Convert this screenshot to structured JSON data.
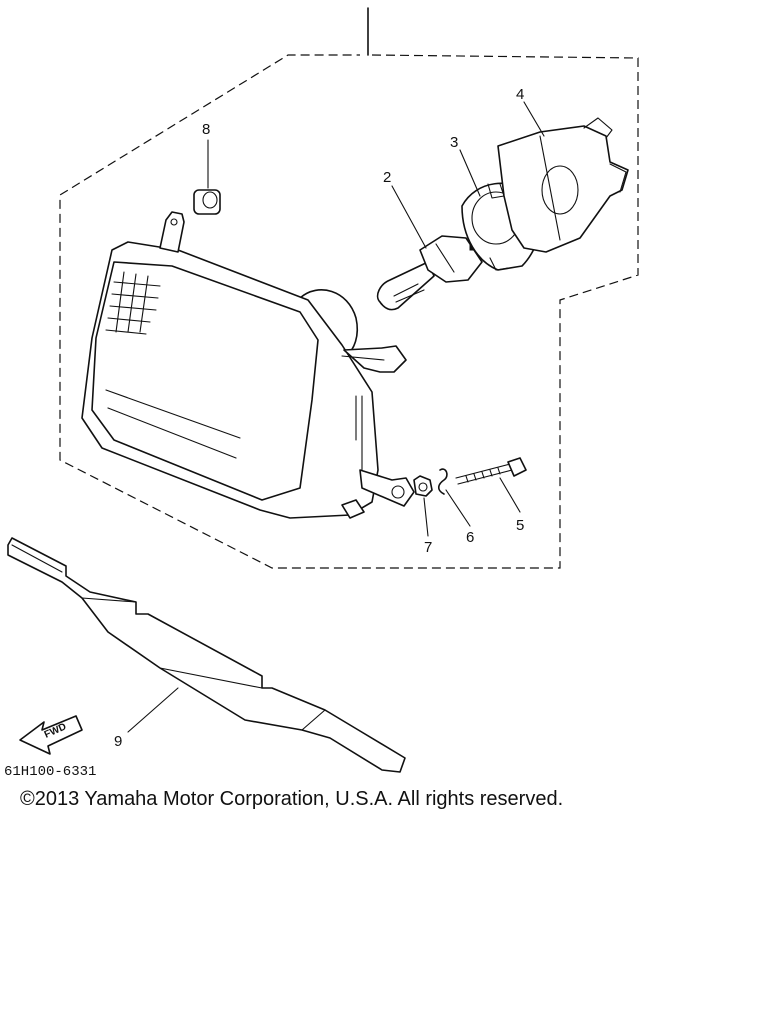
{
  "callouts": {
    "c1": "2",
    "c2": "3",
    "c3": "4",
    "c4": "8",
    "c5": "5",
    "c6": "6",
    "c7": "7",
    "c8": "9"
  },
  "fwd_label": "FWD",
  "diagram_code": "61H100-6331",
  "copyright": "©2013 Yamaha Motor Corporation, U.S.A. All rights reserved."
}
